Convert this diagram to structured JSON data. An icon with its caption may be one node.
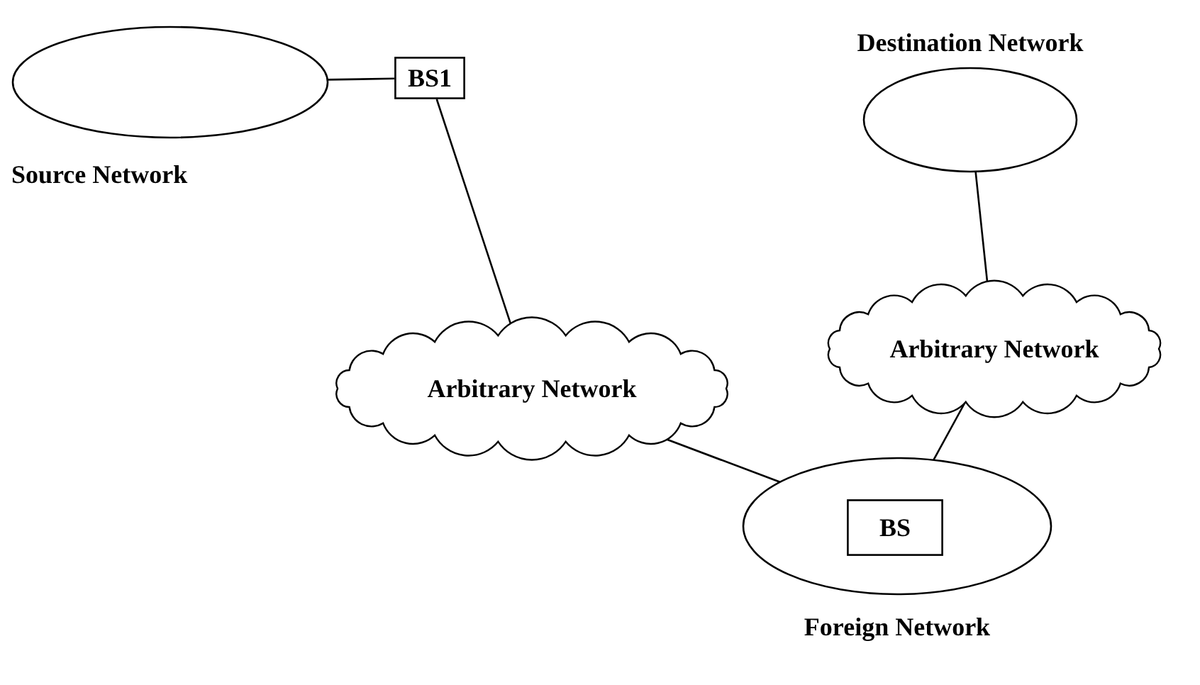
{
  "diagram": {
    "nodes": [
      {
        "text": [
          "Source Network"
        ]
      },
      {
        "text": [
          "BS1"
        ]
      },
      {
        "text": [
          "Destination Network"
        ]
      },
      {
        "text": [
          "Arbitrary Network"
        ]
      },
      {
        "text": [
          "Arbitrary Network"
        ]
      },
      {
        "text": [
          "Foreign Network"
        ]
      },
      {
        "text": [
          "BS"
        ],
        "in": 5
      }
    ],
    "edges": [
      {
        "from": 0,
        "to": 1,
        "arrow": "none"
      },
      {
        "from": 1,
        "to": 3,
        "arrow": "none"
      },
      {
        "from": 2,
        "to": 4,
        "arrow": "none"
      },
      {
        "from": 3,
        "to": 5,
        "arrow": "none"
      },
      {
        "from": 4,
        "to": 5,
        "arrow": "none"
      }
    ]
  }
}
